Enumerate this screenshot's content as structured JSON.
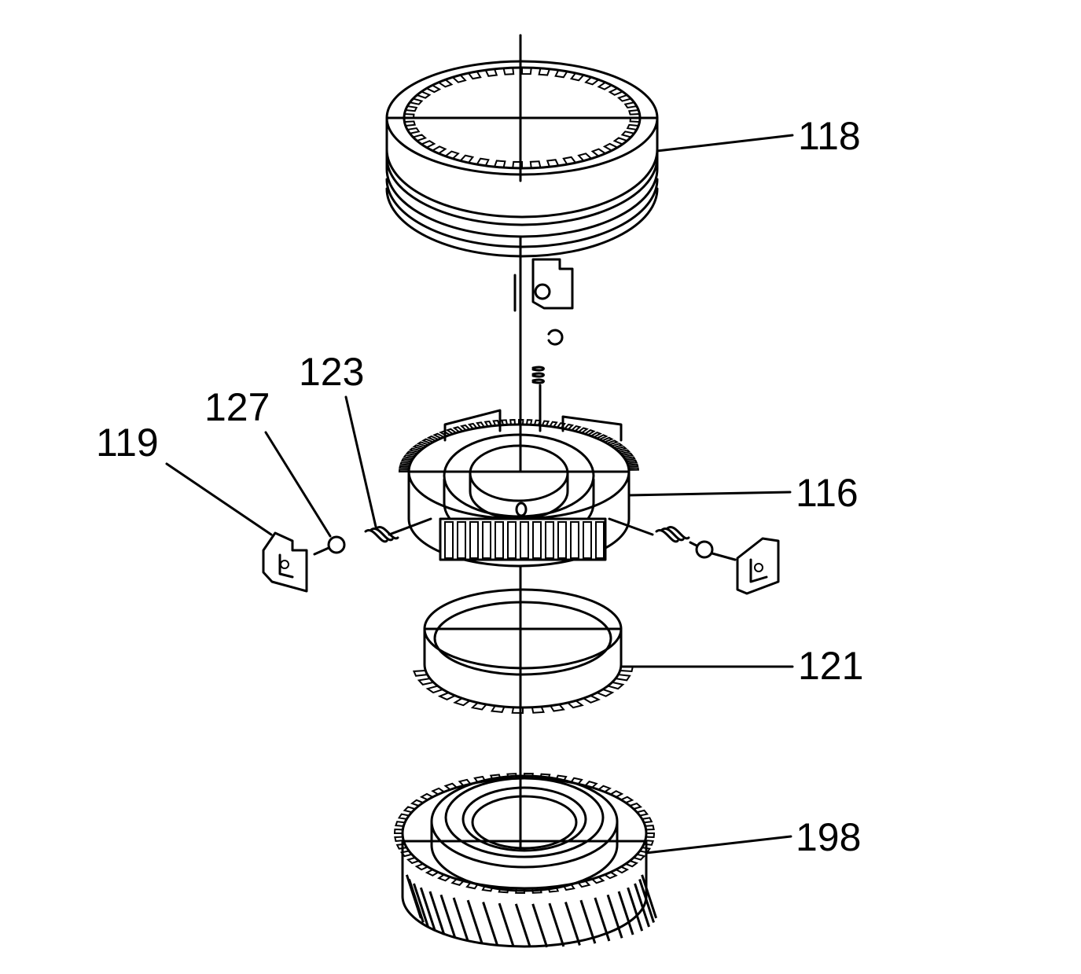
{
  "diagram": {
    "callouts": [
      {
        "id": "118",
        "label": "118"
      },
      {
        "id": "116",
        "label": "116"
      },
      {
        "id": "121",
        "label": "121"
      },
      {
        "id": "198",
        "label": "198"
      },
      {
        "id": "119",
        "label": "119"
      },
      {
        "id": "127",
        "label": "127"
      },
      {
        "id": "123",
        "label": "123"
      }
    ]
  }
}
